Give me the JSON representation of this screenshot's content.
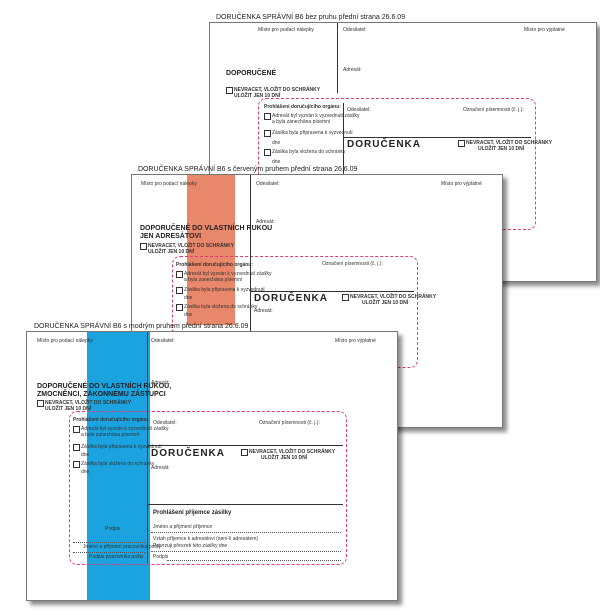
{
  "sheet1": {
    "caption": "DORUČENKA SPRÁVNÍ B6 bez pruhu přední strana   26.6.09",
    "misto_podaci": "Místo pro podací nálepky",
    "odesilatel": "Odesilatel:",
    "misto_vyplatne": "Místo pro výplatné",
    "doporucene": "DOPORUČENÉ",
    "nevracet": "NEVRACET, VLOŽIT DO SCHRÁNKY",
    "ulozit": "ULOŽIT JEN 10 DNÍ",
    "adresat": "Adresát:",
    "prohlaseni": "Prohlášení doručujícího orgánu:",
    "opt1a": "Adresát byl vyzván k vyzvednutí zásilky",
    "opt1b": "a byla zanechána písemní",
    "opt2": "Zásilka byla připravena k vyzvednutí",
    "opt3": "Zásilka byla vložena do schránky",
    "dne": "dne",
    "odesilatel2": "Odesilatel:",
    "oznaceni": "Označení písemnosti (č. j.):",
    "dorucenka": "DORUČENKA",
    "nevracet2": "NEVRACET, VLOŽIT DO SCHRÁNKY",
    "ulozit2": "ULOŽIT JEN 10 DNÍ"
  },
  "sheet2": {
    "caption": "DORUČENKA SPRÁVNÍ B6 s červeným pruhem přední strana   26.6.09",
    "stripe_color": "#e8876a",
    "misto_podaci": "Místo pro podací nálepky",
    "odesilatel": "Odesilatel:",
    "misto_vyplatne": "Místo pro výplatné",
    "doporucene_1": "DOPORUČENÉ DO VLASTNÍCH RUKOU",
    "doporucene_2": "JEN ADRESÁTOVI",
    "nevracet": "NEVRACET, VLOŽIT DO SCHRÁNKY",
    "ulozit": "ULOŽIT JEN 10 DNÍ",
    "adresat": "Adresát:",
    "prohlaseni": "Prohlášení doručujícího orgánu:",
    "opt1a": "Adresát byl vyzván k vyzvednutí zásilky",
    "opt1b": "a byla zanechána písemní",
    "opt2": "Zásilka byla připravena k vyzvednutí",
    "opt3": "Zásilka byla vložena do schránky",
    "dne": "dne",
    "oznaceni": "Označení písemnosti (č. j.):",
    "dorucenka": "DORUČENKA",
    "nevracet2": "NEVRACET, VLOŽIT DO SCHRÁNKY",
    "ulozit2": "ULOŽIT JEN 10 DNÍ",
    "adresat2": "Adresát:"
  },
  "sheet3": {
    "caption": "DORUČENKA SPRÁVNÍ B6 s modrým pruhem přední strana   26.6.09",
    "stripe_color": "#1aa3de",
    "misto_podaci": "Místo pro podací nálepky",
    "odesilatel": "Odesilatel:",
    "misto_vyplatne": "Místo pro výplatné",
    "doporucene_1": "DOPORUČENÉ DO VLASTNÍCH RUKOU,",
    "doporucene_2": "ZMOCNĚNCI, ZÁKONNÉMU ZÁSTUPCI",
    "nevracet": "NEVRACET, VLOŽIT DO SCHRÁNKY",
    "ulozit": "ULOŽIT JEN 10 DNÍ",
    "adresat": "Adresát:",
    "prohlaseni": "Prohlášení doručujícího orgánu:",
    "opt1a": "Adresát byl vyzván k vyzvednutí zásilky",
    "opt1b": "a byla zanechána písemní",
    "opt2": "Zásilka byla připravena k vyzvednutí",
    "opt3": "Zásilka byla vložena do schránky",
    "dne": "dne",
    "podpis_left": "Podpis",
    "jmeno_left": "Jméno a příjmení pracovníka pošty",
    "podpis_pracovnika": "Podpis pracovníka pošty",
    "odesilatel2": "Odesilatel:",
    "oznaceni": "Označení písemnosti (č. j.):",
    "dorucenka": "DORUČENKA",
    "nevracet2": "NEVRACET, VLOŽIT DO SCHRÁNKY",
    "ulozit2": "ULOŽIT JEN 10 DNÍ",
    "adresat2": "Adresát:",
    "prohlaseni_prijemce": "Prohlášení příjemce zásilky",
    "jmeno_prijemce": "Jméno a příjmení příjemce",
    "vztah": "Vztah příjemce k adresátovi (není-li adresátem)",
    "potvrzuji": "Potvrzuji převzetí této zásilky dne",
    "podpis": "Podpis"
  }
}
